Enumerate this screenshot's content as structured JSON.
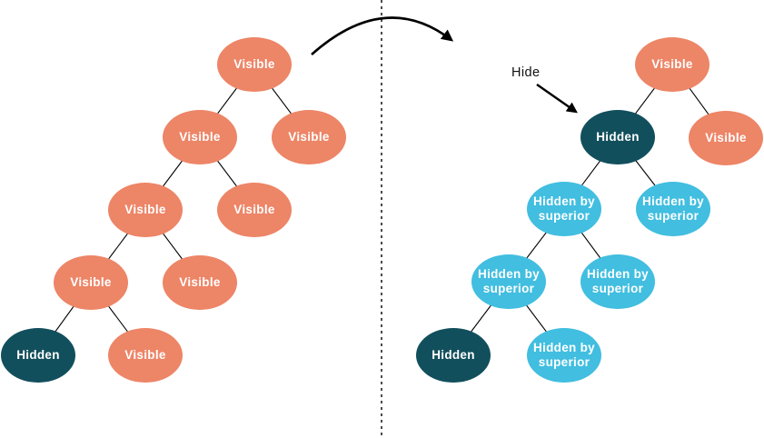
{
  "colors": {
    "visible": "#ED8567",
    "hidden": "#124F5D",
    "hidden_by_superior": "#41BEE0",
    "node_text": "#FFFFFF",
    "line": "#000000",
    "background": "#FFFFFF"
  },
  "annotations": {
    "hide_label": "Hide"
  },
  "trees": {
    "before": {
      "nodes": [
        {
          "label": "Visible",
          "state": "visible"
        },
        {
          "label": "Visible",
          "state": "visible"
        },
        {
          "label": "Visible",
          "state": "visible"
        },
        {
          "label": "Visible",
          "state": "visible"
        },
        {
          "label": "Visible",
          "state": "visible"
        },
        {
          "label": "Visible",
          "state": "visible"
        },
        {
          "label": "Visible",
          "state": "visible"
        },
        {
          "label": "Hidden",
          "state": "hidden"
        },
        {
          "label": "Visible",
          "state": "visible"
        }
      ]
    },
    "after": {
      "nodes": [
        {
          "label": "Visible",
          "state": "visible"
        },
        {
          "label": "Hidden",
          "state": "hidden"
        },
        {
          "label": "Visible",
          "state": "visible"
        },
        {
          "label": "Hidden by superior",
          "state": "hidden_by_superior"
        },
        {
          "label": "Hidden by superior",
          "state": "hidden_by_superior"
        },
        {
          "label": "Hidden by superior",
          "state": "hidden_by_superior"
        },
        {
          "label": "Hidden by superior",
          "state": "hidden_by_superior"
        },
        {
          "label": "Hidden",
          "state": "hidden"
        },
        {
          "label": "Hidden by superior",
          "state": "hidden_by_superior"
        }
      ]
    }
  }
}
